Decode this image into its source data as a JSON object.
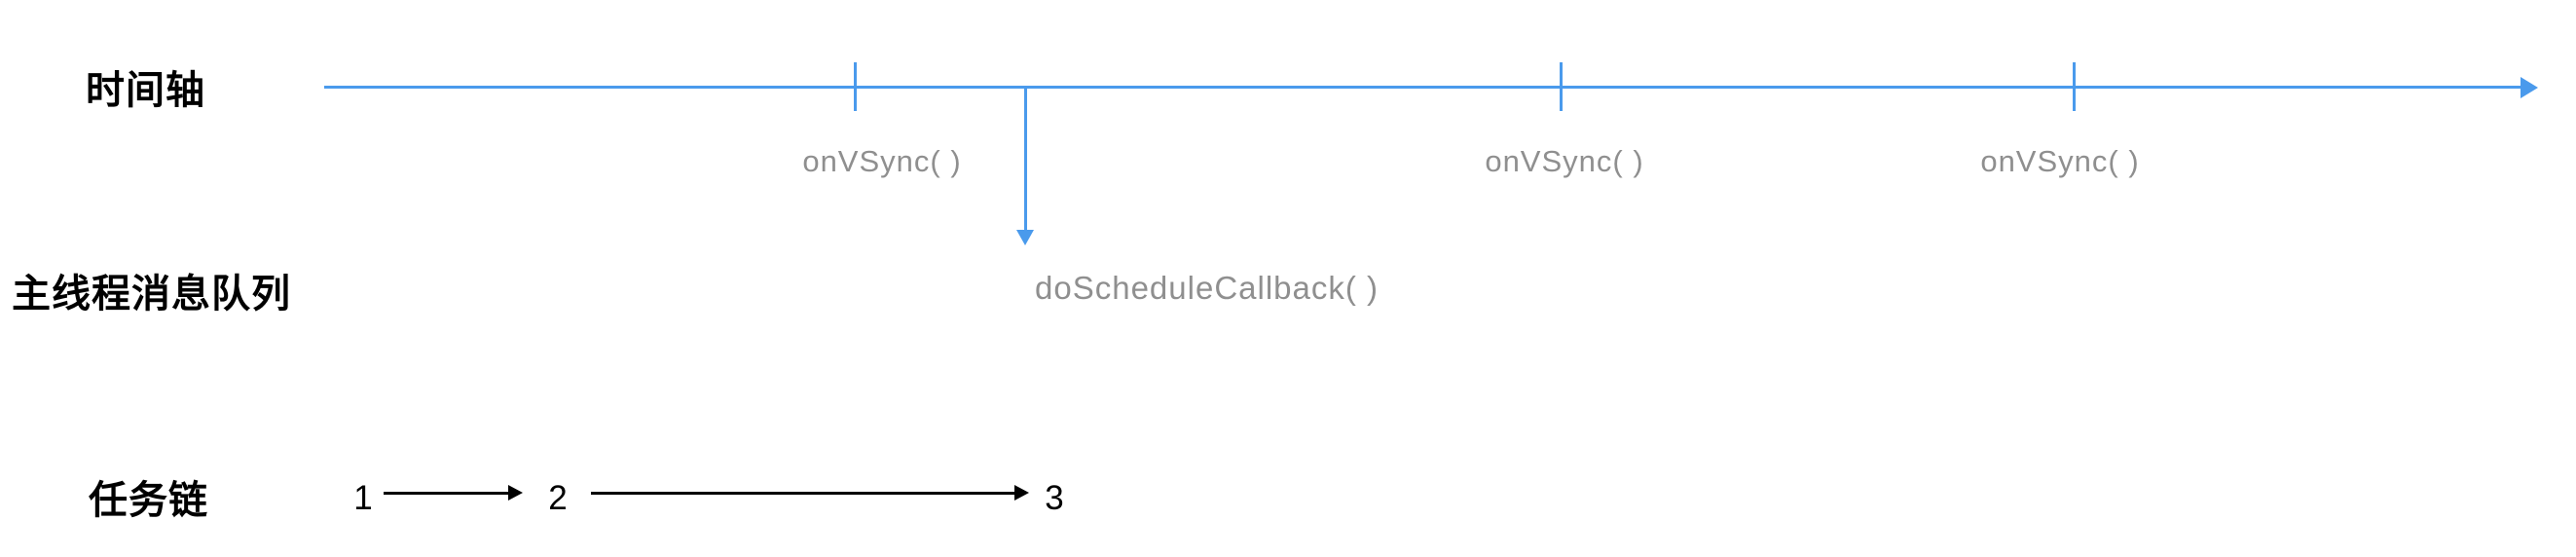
{
  "diagram": {
    "rows": {
      "timeline": {
        "label": "时间轴"
      },
      "message_queue": {
        "label": "主线程消息队列"
      },
      "task_chain": {
        "label": "任务链"
      }
    },
    "timeline": {
      "tick_labels": [
        "onVSync( )",
        "onVSync( )",
        "onVSync( )"
      ],
      "callback_label": "doScheduleCallback( )"
    },
    "task_chain": {
      "tasks": [
        "1",
        "2",
        "3"
      ]
    }
  },
  "colors": {
    "timeline_blue": "#4A9AEC",
    "annotation_gray": "#8F8F8F",
    "text_black": "#000000",
    "background": "#FFFFFF"
  }
}
